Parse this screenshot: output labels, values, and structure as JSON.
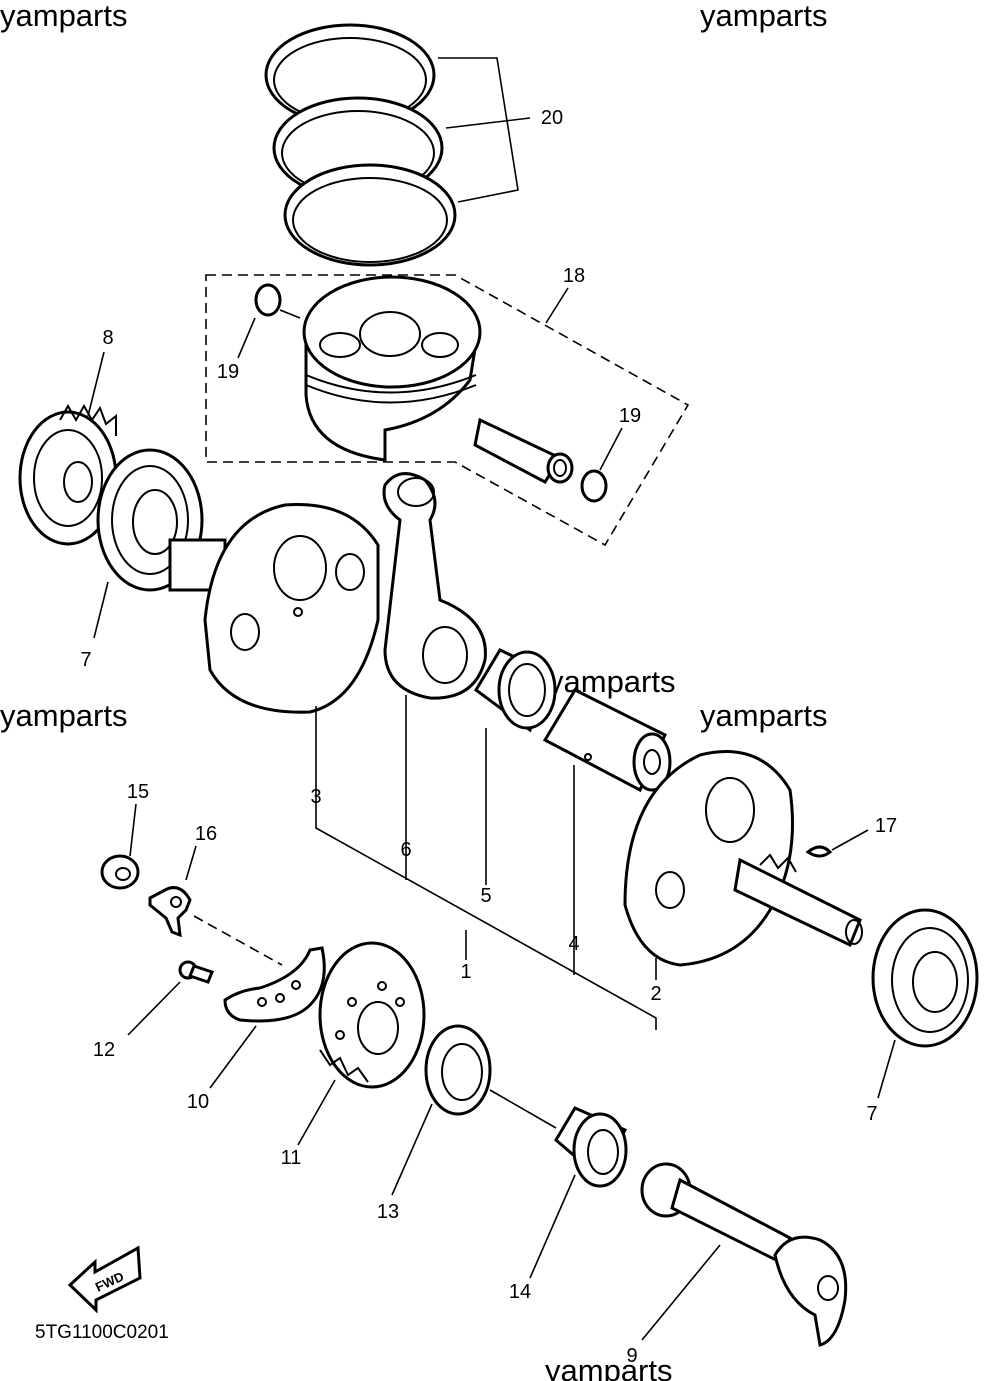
{
  "diagram": {
    "watermark_text": "yamparts",
    "diagram_code": "5TG1100C0201",
    "fwd_label": "FWD",
    "callouts": {
      "c1": "1",
      "c2": "2",
      "c3": "3",
      "c4": "4",
      "c5": "5",
      "c6": "6",
      "c7a": "7",
      "c7b": "7",
      "c8": "8",
      "c9": "9",
      "c10": "10",
      "c11": "11",
      "c12": "12",
      "c13": "13",
      "c14": "14",
      "c15": "15",
      "c16": "16",
      "c17": "17",
      "c18": "18",
      "c19a": "19",
      "c19b": "19",
      "c20": "20"
    }
  }
}
